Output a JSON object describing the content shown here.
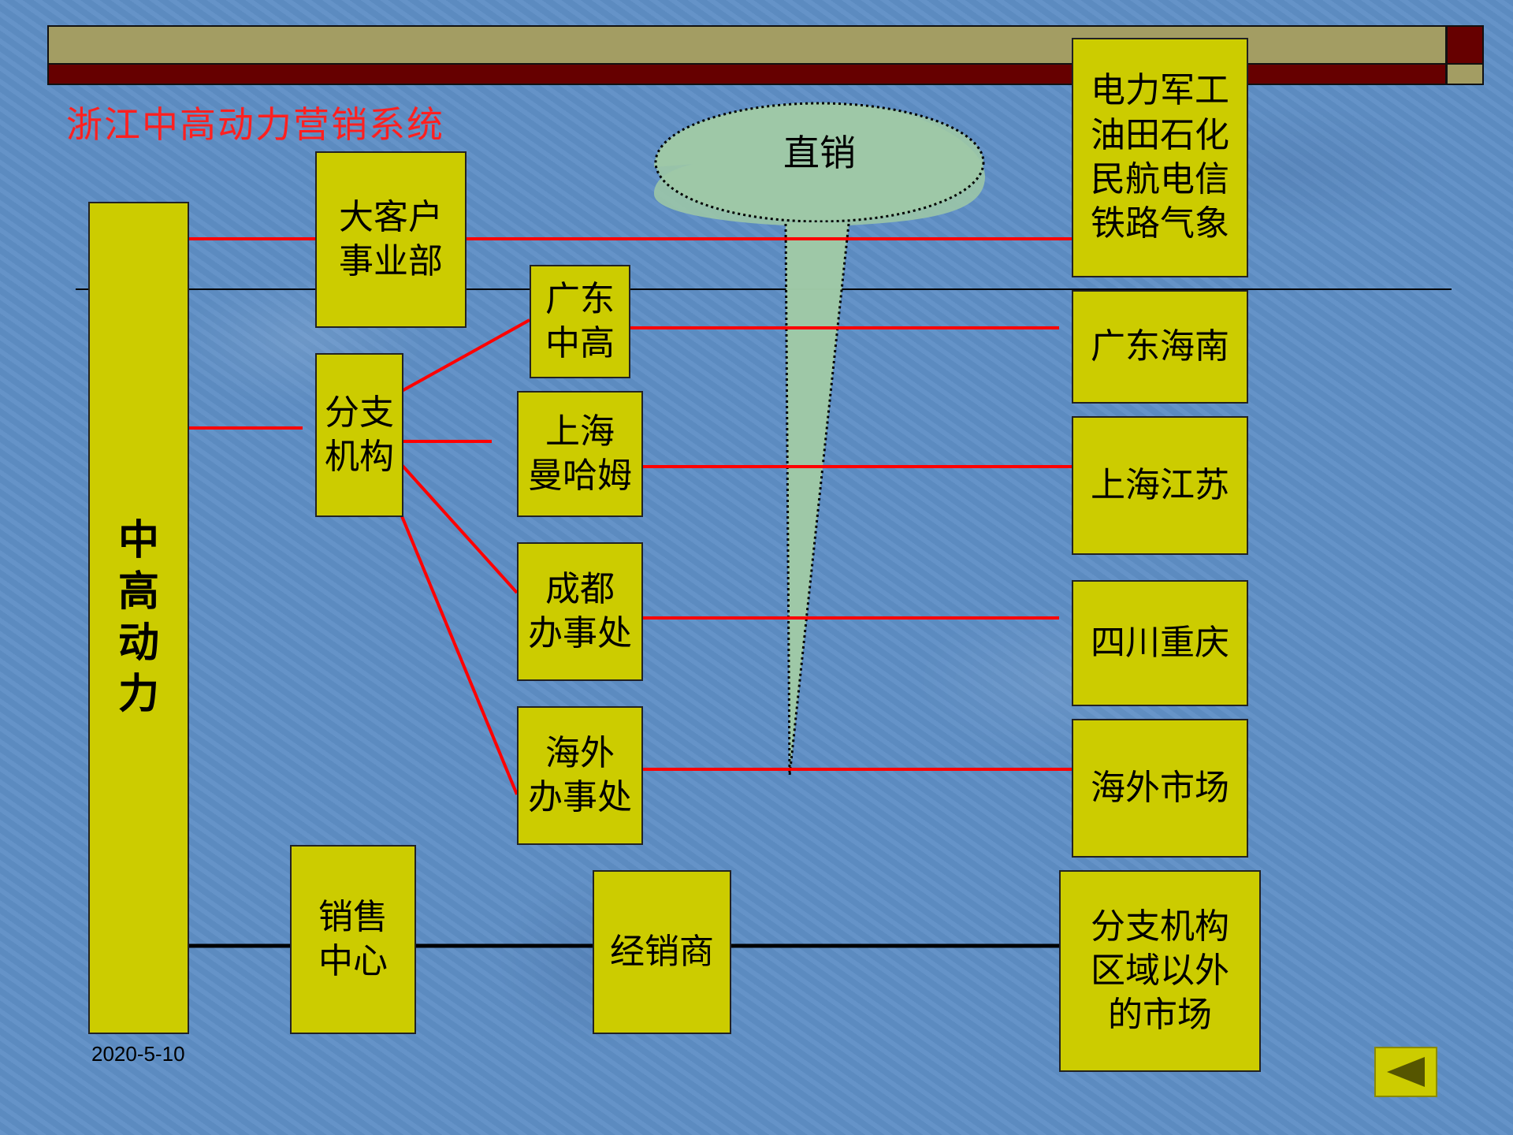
{
  "title": "浙江中高动力营销系统",
  "date": "2020-5-10",
  "direct_sales_label": "直销",
  "root": "中\n高\n动\n力",
  "units": {
    "key_accounts": "大客户\n事业部",
    "branches": "分支\n机构",
    "sales_center": "销售\n中心"
  },
  "offices": {
    "guangdong": "广东\n中高",
    "shanghai": "上海\n曼哈姆",
    "chengdu": "成都\n办事处",
    "overseas": "海外\n办事处",
    "distributor": "经销商"
  },
  "markets": {
    "industries": "电力军工\n油田石化\n民航电信\n铁路气象",
    "guangdong_hainan": "广东海南",
    "shanghai_jiangsu": "上海江苏",
    "sichuan_chongqing": "四川重庆",
    "overseas": "海外市场",
    "outside_regions": "分支机构\n区域以外\n的市场"
  },
  "colors": {
    "box_fill": "#cccc00",
    "connector_red": "#ff0000",
    "title_red": "#ff2020",
    "header_olive": "#a39d63",
    "header_maroon": "#660000",
    "funnel_fill": "#9fc9a6"
  },
  "icons": {
    "back": "back-triangle-icon"
  }
}
